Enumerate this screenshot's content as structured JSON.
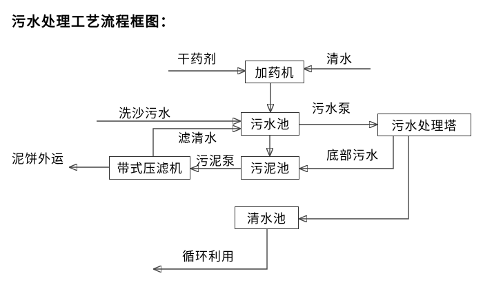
{
  "title": "污水处理工艺流程框图：",
  "colors": {
    "background": "#ffffff",
    "line": "#444444",
    "box_border": "#333333",
    "text": "#000000"
  },
  "nodes": {
    "dosing_machine": "加药机",
    "sewage_pool": "污水池",
    "treatment_tower": "污水处理塔",
    "belt_filter_press": "带式压滤机",
    "sludge_pool": "污泥池",
    "clean_water_pool": "清水池"
  },
  "edges": [
    {
      "from": "dry_chemical_source",
      "to": "dosing_machine",
      "label": "干药剂"
    },
    {
      "from": "clean_water_source",
      "to": "dosing_machine",
      "label": "清水"
    },
    {
      "from": "dosing_machine",
      "to": "sewage_pool",
      "label": ""
    },
    {
      "from": "sand_washing_sewage_source",
      "to": "sewage_pool",
      "label": "洗沙污水"
    },
    {
      "from": "belt_filter_press",
      "to": "sewage_pool",
      "label": "滤清水"
    },
    {
      "from": "sewage_pool",
      "to": "treatment_tower",
      "label": "污水泵"
    },
    {
      "from": "sewage_pool",
      "to": "sludge_pool",
      "label": ""
    },
    {
      "from": "treatment_tower",
      "to": "sludge_pool",
      "label": "底部污水"
    },
    {
      "from": "sludge_pool",
      "to": "belt_filter_press",
      "label": "污泥泵"
    },
    {
      "from": "belt_filter_press",
      "to": "offsite",
      "label": "泥饼外运"
    },
    {
      "from": "treatment_tower",
      "to": "clean_water_pool",
      "label": ""
    },
    {
      "from": "clean_water_pool",
      "to": "reuse",
      "label": "循环利用"
    }
  ]
}
